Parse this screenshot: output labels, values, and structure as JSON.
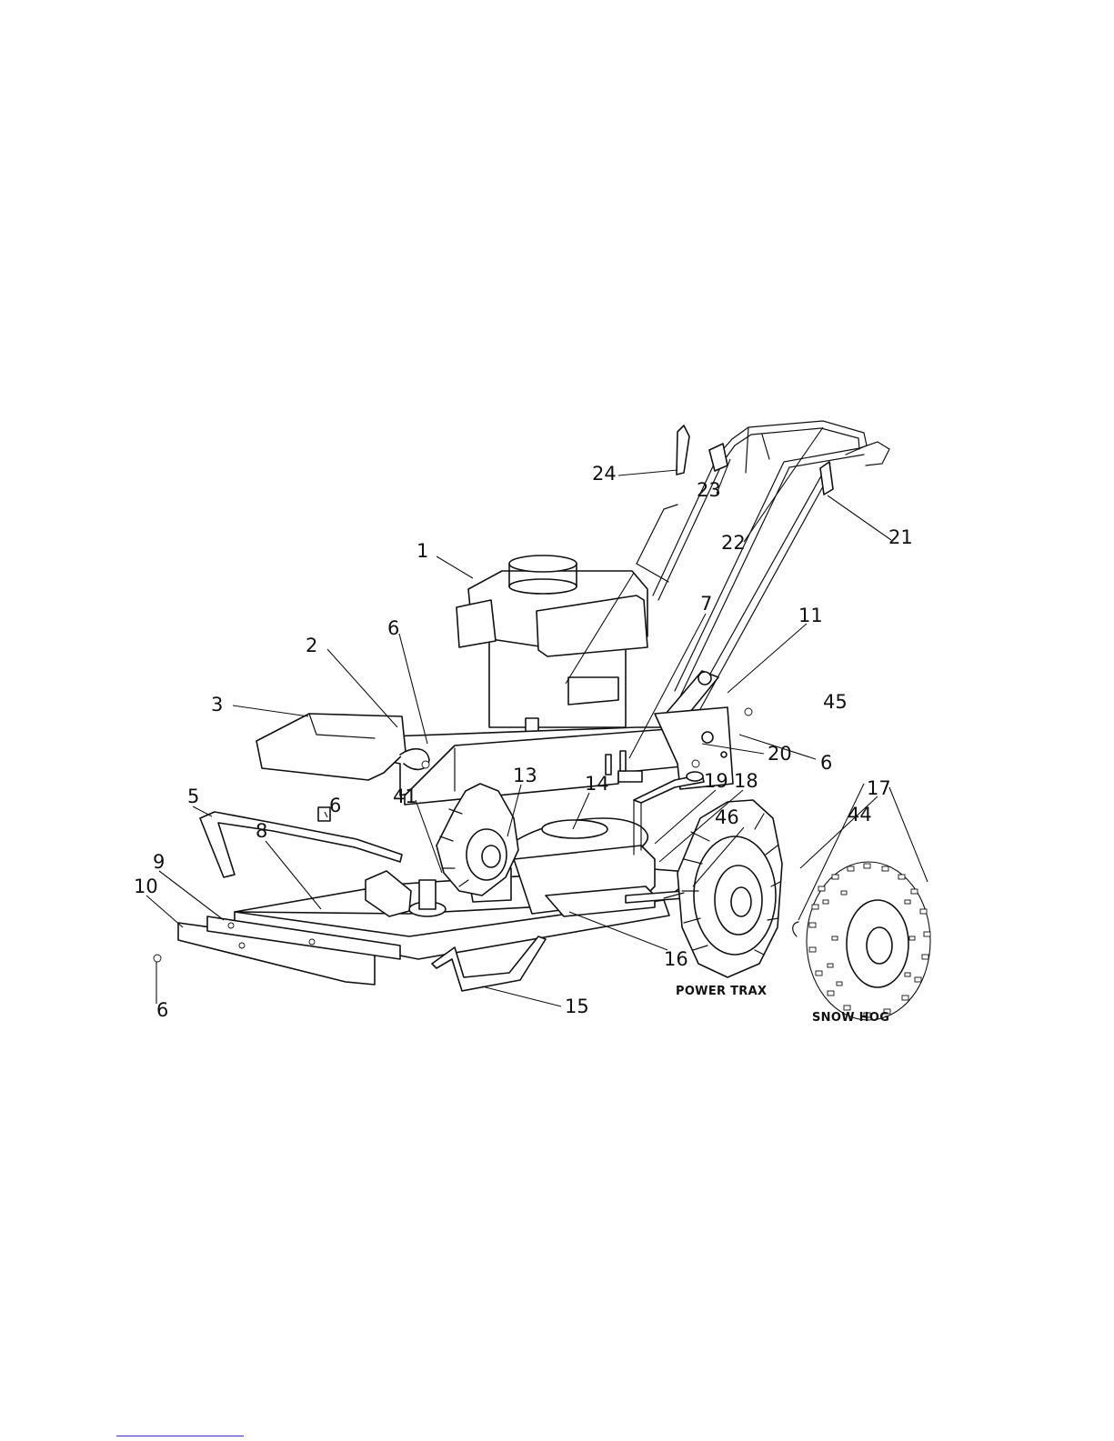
{
  "figure": {
    "callouts": [
      "1",
      "2",
      "3",
      "5",
      "6",
      "6",
      "6",
      "6",
      "7",
      "8",
      "9",
      "10",
      "11",
      "13",
      "14",
      "15",
      "16",
      "17",
      "18",
      "19",
      "20",
      "21",
      "22",
      "23",
      "24",
      "41",
      "44",
      "45",
      "46"
    ],
    "wheel_captions": {
      "power_trax": "POWER TRAX",
      "snow_hog": "SNOW HOG"
    }
  },
  "colors": {
    "ink": "#111111",
    "paper": "#ffffff",
    "footer_rule": "#3030c0"
  }
}
